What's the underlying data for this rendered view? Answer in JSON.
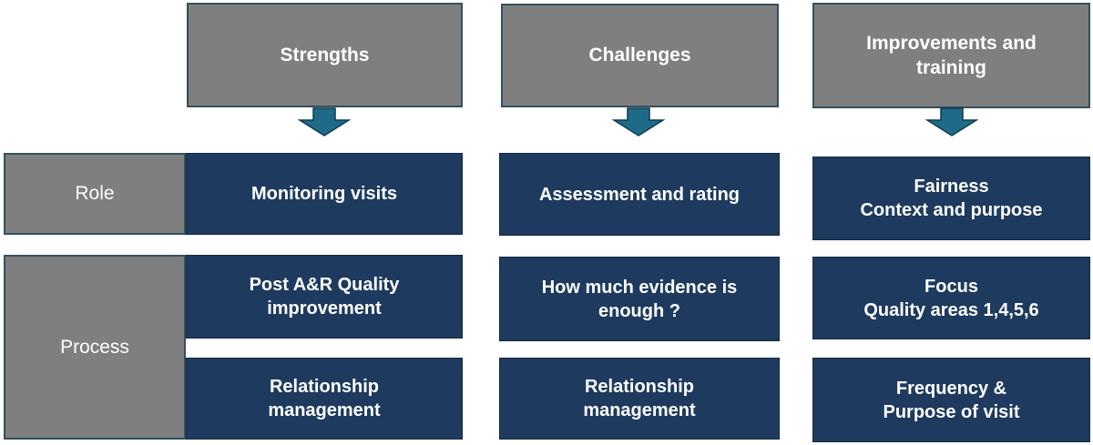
{
  "colors": {
    "gray_fill": "#7f7f7f",
    "gray_border": "#33505f",
    "navy_fill": "#1e3a5f",
    "navy_border": "#16293c",
    "arrow_fill": "#1f6b87",
    "arrow_stroke": "#0d3b50",
    "text": "#ffffff"
  },
  "row_labels": {
    "role": "Role",
    "process": "Process"
  },
  "columns": [
    {
      "header": "Strengths",
      "role_cell": "Monitoring visits",
      "process_cells": [
        "Post A&R Quality\nimprovement",
        "Relationship\nmanagement"
      ]
    },
    {
      "header": "Challenges",
      "role_cell": "Assessment and rating",
      "process_cells": [
        "How much evidence is\nenough ?",
        "Relationship\nmanagement"
      ]
    },
    {
      "header": "Improvements and\ntraining",
      "role_cell": "Fairness\nContext and purpose",
      "process_cells": [
        "Focus\nQuality areas 1,4,5,6",
        "Frequency &\nPurpose of visit"
      ]
    }
  ]
}
